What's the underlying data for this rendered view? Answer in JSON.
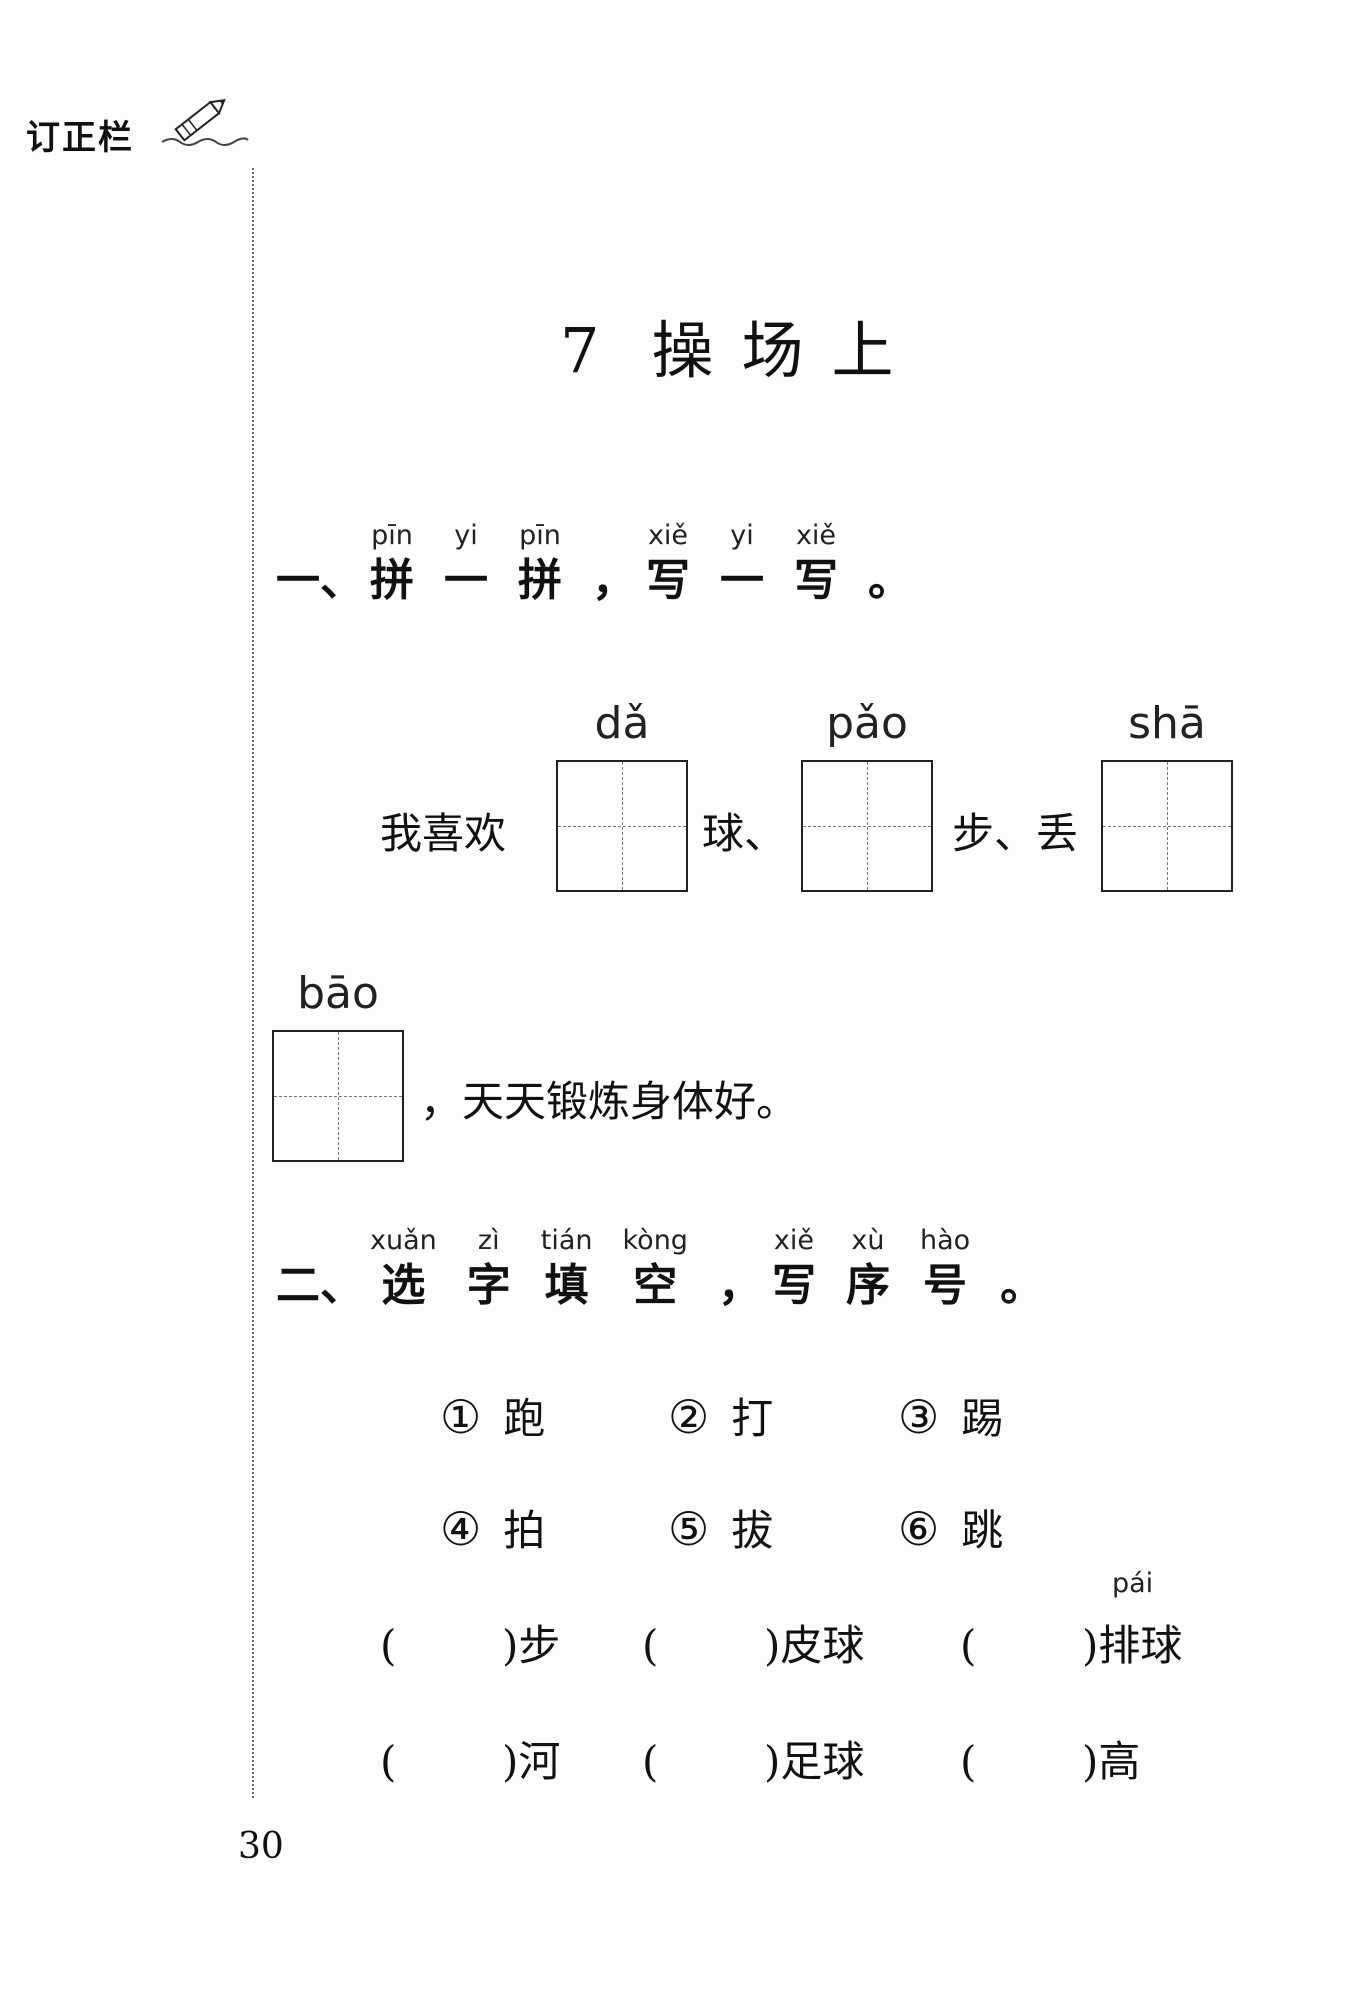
{
  "header": {
    "correction_label": "订正栏"
  },
  "title": {
    "number": "7",
    "chars": [
      "操",
      "场",
      "上"
    ]
  },
  "section1": {
    "heading": [
      {
        "han": "一、",
        "py": ""
      },
      {
        "han": "拼",
        "py": "pīn"
      },
      {
        "han": "一",
        "py": "yi"
      },
      {
        "han": "拼",
        "py": "pīn"
      },
      {
        "han": "，",
        "py": ""
      },
      {
        "han": "写",
        "py": "xiě"
      },
      {
        "han": "一",
        "py": "yi"
      },
      {
        "han": "写",
        "py": "xiě"
      },
      {
        "han": "。",
        "py": ""
      }
    ],
    "sentence_start": "我喜欢",
    "after_box1": "球、",
    "after_box2": "步、丢",
    "after_box4": "，天天锻炼身体好。",
    "box_pinyin": [
      "dǎ",
      "pǎo",
      "shā",
      "bāo"
    ]
  },
  "section2": {
    "heading": [
      {
        "han": "二、",
        "py": ""
      },
      {
        "han": "选",
        "py": "xuǎn"
      },
      {
        "han": "字",
        "py": "zì"
      },
      {
        "han": "填",
        "py": "tián"
      },
      {
        "han": "空",
        "py": "kòng"
      },
      {
        "han": "，",
        "py": ""
      },
      {
        "han": "写",
        "py": "xiě"
      },
      {
        "han": "序",
        "py": "xù"
      },
      {
        "han": "号",
        "py": "hào"
      },
      {
        "han": "。",
        "py": ""
      }
    ],
    "options": [
      {
        "num": "①",
        "char": "跑"
      },
      {
        "num": "②",
        "char": "打"
      },
      {
        "num": "③",
        "char": "踢"
      },
      {
        "num": "④",
        "char": "拍"
      },
      {
        "num": "⑤",
        "char": "拔"
      },
      {
        "num": "⑥",
        "char": "跳"
      }
    ],
    "blanks": [
      {
        "open": "(",
        "close": ")",
        "word": "步"
      },
      {
        "open": "(",
        "close": ")",
        "word": "皮球"
      },
      {
        "open": "(",
        "close": ")",
        "word": "排球"
      },
      {
        "open": "(",
        "close": ")",
        "word": "河"
      },
      {
        "open": "(",
        "close": ")",
        "word": "足球"
      },
      {
        "open": "(",
        "close": ")",
        "word": "高"
      }
    ],
    "pai_pinyin": "pái"
  },
  "footer": {
    "page_number": "30"
  }
}
